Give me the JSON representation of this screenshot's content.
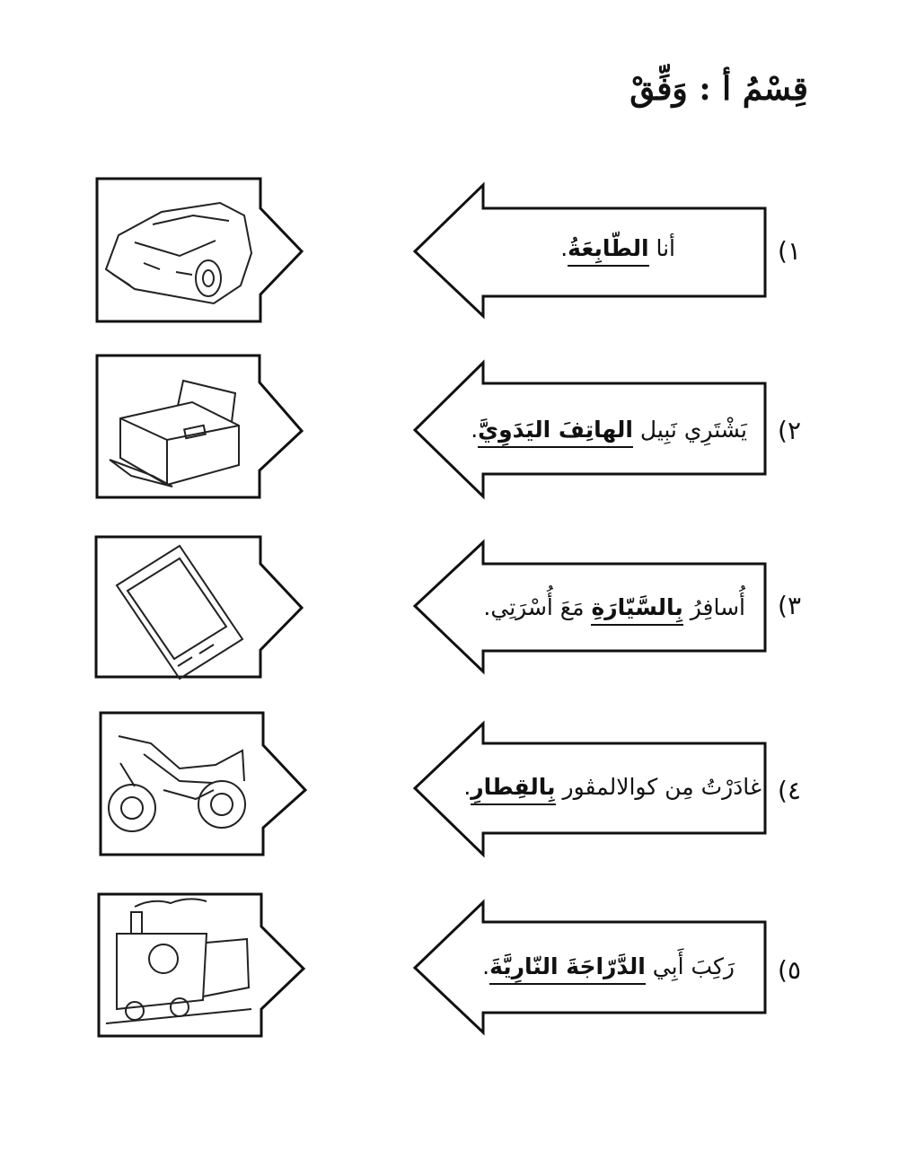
{
  "title": "قِسْمُ أ : وَفِّقْ",
  "items": [
    {
      "number": "١)",
      "before": "أنا ",
      "keyword": "الطّابِعَةُ",
      "after": ".",
      "picture": "car-icon"
    },
    {
      "number": "٢)",
      "before": "يَشْتَرِي نَبِيل ",
      "keyword": "الهاتِفَ اليَدَوِيَّ",
      "after": ".",
      "picture": "printer-icon"
    },
    {
      "number": "٣)",
      "before": "أُسافِرُ ",
      "keyword": "بِالسَّيّارَةِ",
      "after": " مَعَ أُسْرَتِي.",
      "picture": "mobile-phone-icon"
    },
    {
      "number": "٤)",
      "before": "غادَرْتُ مِن كوالالمڤور ",
      "keyword": "بِالقِطارِ",
      "after": ".",
      "picture": "motorcycle-icon"
    },
    {
      "number": "٥)",
      "before": "رَكِبَ أَبِي ",
      "keyword": "الدَّرّاجَةَ النّارِيَّةَ",
      "after": ".",
      "picture": "train-icon"
    }
  ]
}
